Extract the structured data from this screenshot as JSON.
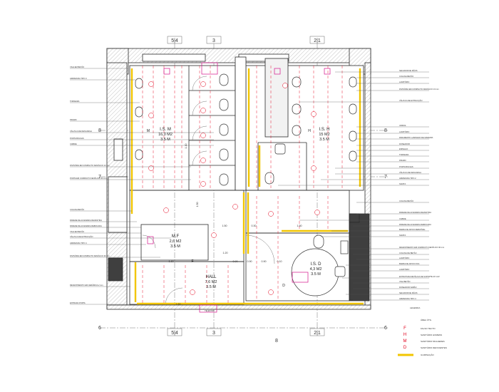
{
  "grid_labels": {
    "top": [
      "5|4",
      "3",
      "2|1"
    ],
    "bottom": [
      "5|4",
      "3",
      "2|1"
    ],
    "left": [
      "8",
      "7",
      "6"
    ],
    "right": [
      "8",
      "7",
      "6"
    ]
  },
  "rooms": [
    {
      "name": "I.S. M",
      "area": "16,0 M2",
      "height": "3.5 M"
    },
    {
      "name": "I.S. H",
      "area": "15 M2",
      "height": "3.5 M"
    },
    {
      "name": "M.F",
      "area": "2,6 M2",
      "height": "3.5 M"
    },
    {
      "name": "HALL",
      "area": "7,6 M2",
      "height": "3.5 M"
    },
    {
      "name": "I.S. D",
      "area": "4,3 M2",
      "height": "3.5 M"
    }
  ],
  "dimensions": [
    "1.50",
    "1.50",
    "0.30",
    "1.50",
    "1.20",
    "0.90",
    "0.90",
    "0.90",
    "1.60",
    "1.10",
    "1.10",
    "0.10"
  ],
  "labels_left": [
    "VIGA EM BETÃO",
    "ARMADURA TIPO 3",
    "TORNEIRA",
    "PRUMO",
    "VÁLVULA DE DESCARGA",
    "PORTA BOLSAS",
    "CABIDE",
    "DIVISÓRIA EM COMPACTO FENÓLICO 13 mm",
    "PORTA EM COMPACTO FENÓLICO 30 mm",
    "COLUNA BETÃO",
    "PAREDE DE ALVENARIA REVESTIDA",
    "PAREDE DE ALVENARIA REBOCADA",
    "VIGA EM BETÃO",
    "VÁLVULA DE EXTRACÇÃO",
    "ARMADURA TIPO 4",
    "DIVISÓRIA EM COMPACTO FENÓLICO 30 mm",
    "REVESTIMENTO EM CERÂMICA 2 mm",
    "ENTRADA PORTA"
  ],
  "labels_right": [
    "SECADOR DE MÃOS",
    "COLUNA BETÃO",
    "LAVATÓRIO",
    "DIVISÓRIA EM COMPACTO FENÓLICO 13 mm",
    "VÁLVULA DE EXTRACÇÃO",
    "URINOL",
    "LAVATÓRIO",
    "PARAMENTO LAMINADO DE MADEIRA",
    "DOSEADOR",
    "ESPELHO",
    "TORNEIRA",
    "PRUMO",
    "PORTA BOLSAS",
    "VÁLVULA DE DESCARGA",
    "ARMADURA TIPO 2",
    "SANITA",
    "COLUNA BETÃO",
    "PAREDE DE ALVENARIA REVESTIDA",
    "CABIDE",
    "PAREDE DE ALVENARIA REBOCADA",
    "BARRA DE APOIO REBATÍVEL",
    "SANITA",
    "REVESTIMENTO EM COMPACTO FENÓLICO 30 mm",
    "COLUNA DE BETÃO",
    "LAVATÓRIO",
    "BARRA DE APOIO FIXA",
    "LAVATÓRIO",
    "ESTRUTURA METÁLICA DE SUPORTE AO LAV.",
    "VIGA BETÃO",
    "DOSEADOR SABÃO",
    "SECADOR DE MÃOS",
    "ARMADURA TIPO 4"
  ],
  "bottom_tag": "TELEFONE",
  "center_mark": "8",
  "legend": {
    "title": "LEGENDA",
    "items": [
      {
        "key": "",
        "text": "ÁREA ÚTIL"
      },
      {
        "key": "F",
        "text": "FALSO TECTO"
      },
      {
        "key": "H",
        "text": "SANITÁRIO HOMENS"
      },
      {
        "key": "M",
        "text": "SANITÁRIO MULHERES"
      },
      {
        "key": "D",
        "text": "SANITÁRIO DEFICIENTES"
      },
      {
        "key": "",
        "text": "ILUMINAÇÃO"
      }
    ]
  },
  "colors": {
    "line": "#2b2b2b",
    "wall_fill": "#cfcfcf",
    "dark_fill": "#3f3f3f",
    "accent_red": "#e4001b",
    "accent_magenta": "#d4148c",
    "accent_yellow": "#f2c500"
  }
}
